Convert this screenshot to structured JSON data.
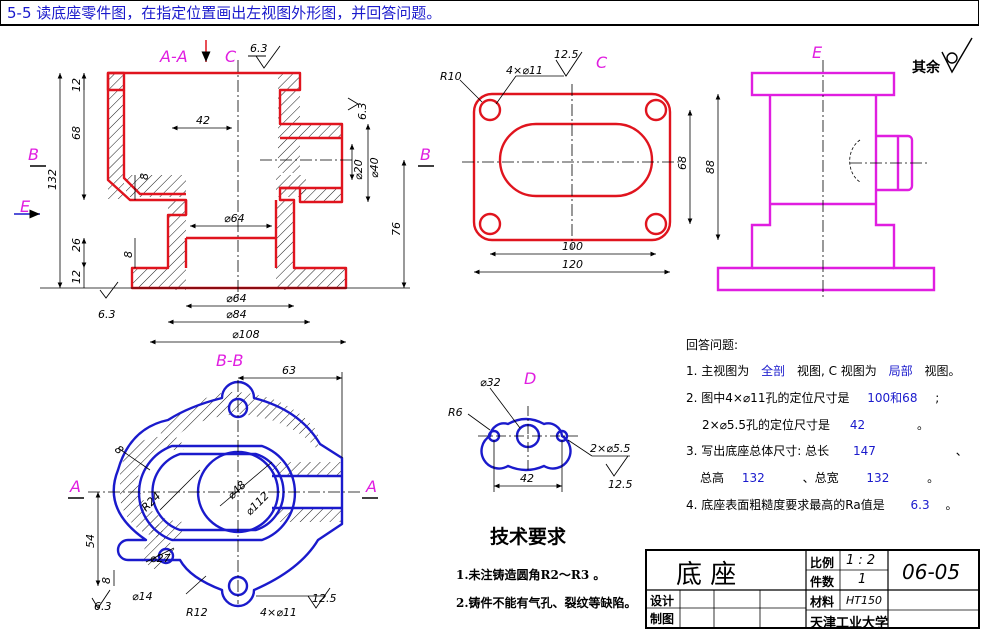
{
  "header": {
    "title": "5-5  读底座零件图，在指定位置画出左视图外形图，并回答问题。"
  },
  "views": {
    "main_section": "A-A",
    "detail_c": "C",
    "detail_d": "D",
    "left_view": "E",
    "bottom_section": "B-B",
    "arrow_b": "B",
    "arrow_a": "A",
    "arrow_e": "E"
  },
  "roughness": {
    "rest": "其余",
    "r63": "6.3",
    "r125": "12.5"
  },
  "dims_main": {
    "d42": "42",
    "d68": "68",
    "d132": "132",
    "d8a": "8",
    "d26": "26",
    "d8b": "8",
    "d12a": "12",
    "d12b": "12",
    "d64i": "⌀64",
    "d20": "⌀20",
    "d40": "⌀40",
    "d76": "76",
    "d64b": "⌀64",
    "d84": "⌀84",
    "d108": "⌀108"
  },
  "dims_c": {
    "r10": "R10",
    "holes": "4×⌀11",
    "d68": "68",
    "d88": "88",
    "d100": "100",
    "d120": "120"
  },
  "dims_bb": {
    "d63": "63",
    "d8": "8",
    "r24": "R24",
    "d48": "⌀48",
    "d112": "⌀112",
    "d54": "54",
    "d27": "⌀27",
    "d8b": "8",
    "d14": "⌀14",
    "r12": "R12",
    "holes": "4×⌀11"
  },
  "dims_d": {
    "d32": "⌀32",
    "r6": "R6",
    "holes": "2×⌀5.5",
    "d42": "42"
  },
  "questions": {
    "heading": "回答问题:",
    "q1_pre": "1. 主视图为",
    "q1_a1": "全剖",
    "q1_mid": "视图, C 视图为",
    "q1_a2": "局部",
    "q1_post": "视图。",
    "q2_pre": "2. 图中4×⌀11孔的定位尺寸是",
    "q2_a": "100和68",
    "q2_post": ";",
    "q2b_pre": "2×⌀5.5孔的定位尺寸是",
    "q2b_a": "42",
    "q2b_post": "。",
    "q3_pre": "3. 写出底座总体尺寸: 总长",
    "q3_a1": "147",
    "q3_post1": "、",
    "q3b_pre": "总高",
    "q3b_a1": "132",
    "q3b_mid": "、总宽",
    "q3b_a2": "132",
    "q3b_post": "。",
    "q4_pre": "4. 底座表面粗糙度要求最高的Ra值是",
    "q4_a": "6.3",
    "q4_post": "。"
  },
  "tech": {
    "title": "技术要求",
    "item1": "1.未注铸造圆角R2～R3 。",
    "item2": "2.铸件不能有气孔、裂纹等缺陷。"
  },
  "title_block": {
    "name": "底  座",
    "scale_label": "比例",
    "scale": "1 : 2",
    "qty_label": "件数",
    "qty": "1",
    "drawing_no": "06-05",
    "design": "设计",
    "draw": "制图",
    "material_label": "材料",
    "material": "HT150",
    "org": "天津工业大学"
  },
  "colors": {
    "main": "#e0141e",
    "left": "#e01ee0",
    "section": "#1a1acc",
    "text": "#000000"
  }
}
